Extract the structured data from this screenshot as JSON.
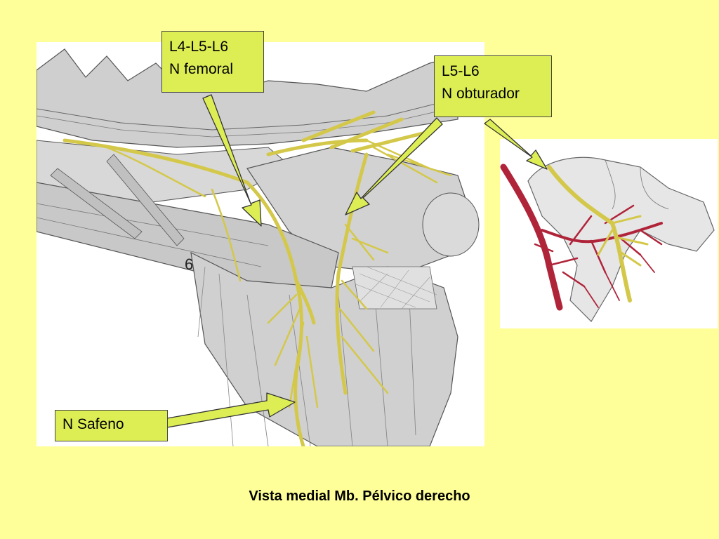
{
  "labels": {
    "femoral": {
      "line1": "L4-L5-L6",
      "line2": "N femoral"
    },
    "obturador": {
      "line1": "L5-L6",
      "line2": "N obturador"
    },
    "safeno": {
      "line1": "N Safeno"
    }
  },
  "muscle_number": "6",
  "caption": "Vista medial Mb. Pélvico derecho",
  "colors": {
    "background": "#ffff99",
    "label_fill": "#ddee55",
    "nerve": "#d4c84a",
    "artery": "#b0243a",
    "arrow_fill": "#ddee55"
  }
}
